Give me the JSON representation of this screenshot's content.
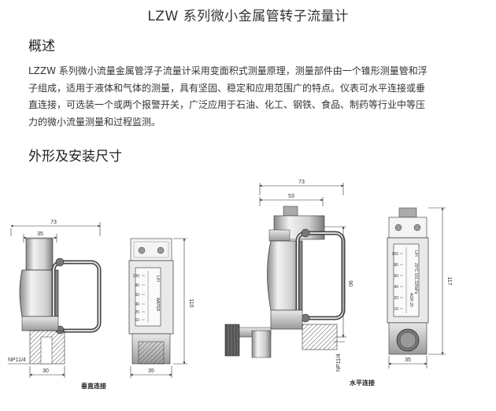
{
  "doc": {
    "title": "LZW 系列微小金属管转子流量计",
    "section1": "概述",
    "para": [
      "LZZW 系列微小流量金属管浮子流量计采用变面积式测量原理，测量部件由一个锥形测量管和浮",
      "子组成，适用于液体和气体的测量，具有坚固、稳定和应用范围广的特点。仪表可水平连接或垂",
      "直连接，可选装一个或两个报警开关，广泛应用于石油、化工、钢铁、食品、制药等行业中等压",
      "力的微小流量测量和过程监测。"
    ],
    "section2": "外形及安装尺寸"
  },
  "vertical": {
    "caption": "垂直连接",
    "dims": {
      "overall_width": "73",
      "body_width": "35",
      "height": "110",
      "thread": "NP11/4",
      "bottom_width": "30",
      "side_width": "35"
    }
  },
  "horizontal": {
    "caption": "水平连接",
    "dims": {
      "overall_width": "73",
      "body_width": "53",
      "inner_height": "90",
      "thread": "NP11/4",
      "bottom_width": "35",
      "height": "117"
    }
  },
  "scale_v": {
    "ticks": [
      "100",
      "80",
      "60",
      "40",
      "25",
      "10"
    ],
    "unit": "L/H",
    "label": "WATER"
  },
  "scale_h": {
    "ticks": [
      "100",
      "80",
      "60",
      "40",
      "20",
      "10"
    ],
    "unit": "L/H",
    "label": "AGR 20",
    "note": "20°C 101.325kPa"
  }
}
